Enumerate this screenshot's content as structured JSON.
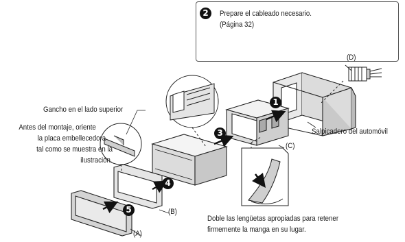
{
  "step_badges": [
    "1",
    "2",
    "3",
    "4",
    "5"
  ],
  "callout": {
    "step_number": "2",
    "line1": "Prepare el cableado necesario.",
    "line2": "(Página 32)",
    "connector_label": "(D)"
  },
  "labels": {
    "hook": "Gancho en el lado superior",
    "orient_line1": "Antes del montaje, oriente",
    "orient_line2": "la placa embellecedora",
    "orient_line3": "tal como se muestra en la",
    "orient_line4": "ilustración.",
    "dashboard": "Salpicadero del automóvil",
    "part_a": "(A)",
    "part_b": "(B)",
    "part_c": "(C)",
    "bend_line1": "Doble las lengüetas apropiadas para retener",
    "bend_line2": "firmemente la manga en su lugar."
  }
}
